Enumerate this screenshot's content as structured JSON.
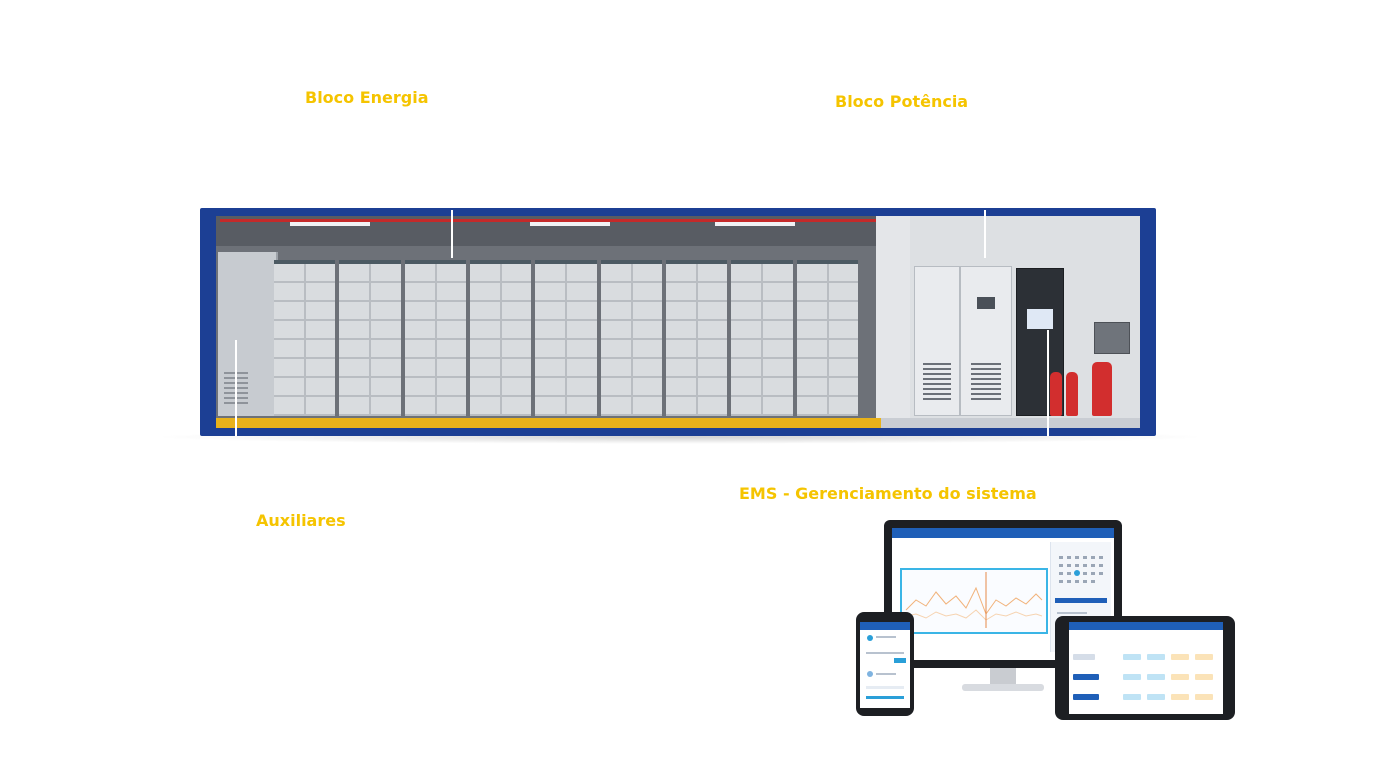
{
  "labels": {
    "energy_block": "Bloco Energia",
    "power_block": "Bloco Potência",
    "auxiliaries": "Auxiliares",
    "ems": "EMS - Gerenciamento do sistema"
  },
  "colors": {
    "label": "#f5c400",
    "container_frame": "#1c3f94",
    "floor": "#e8b21a",
    "extinguisher": "#d22e2e",
    "app_bar": "#1f5fb8",
    "chart_border": "#3ab5e6"
  },
  "icons": {
    "extinguisher": "fire-extinguisher-icon"
  }
}
